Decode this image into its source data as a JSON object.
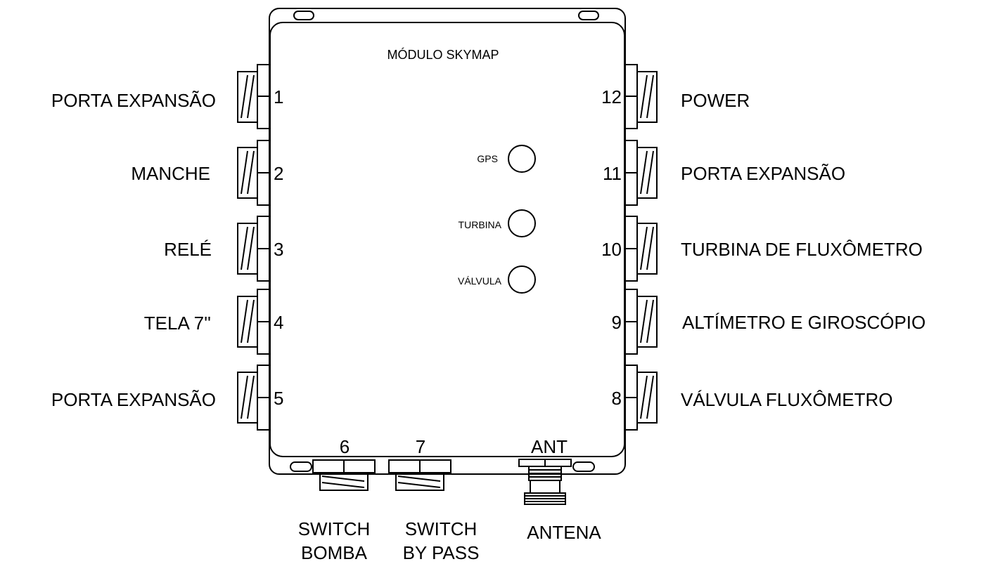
{
  "module": {
    "title": "MÓDULO SKYMAP"
  },
  "leds": [
    {
      "label": "GPS"
    },
    {
      "label": "TURBINA"
    },
    {
      "label": "VÁLVULA"
    }
  ],
  "left_ports": [
    {
      "number": "1",
      "label": "PORTA EXPANSÃO"
    },
    {
      "number": "2",
      "label": "MANCHE"
    },
    {
      "number": "3",
      "label": "RELÉ"
    },
    {
      "number": "4",
      "label": "TELA 7''"
    },
    {
      "number": "5",
      "label": "PORTA EXPANSÃO"
    }
  ],
  "right_ports": [
    {
      "number": "12",
      "label": "POWER"
    },
    {
      "number": "11",
      "label": "PORTA EXPANSÃO"
    },
    {
      "number": "10",
      "label": "TURBINA DE FLUXÔMETRO"
    },
    {
      "number": "9",
      "label": "ALTÍMETRO E GIROSCÓPIO"
    },
    {
      "number": "8",
      "label": "VÁLVULA FLUXÔMETRO"
    }
  ],
  "bottom_ports": [
    {
      "number": "6",
      "label_line1": "SWITCH",
      "label_line2": "BOMBA"
    },
    {
      "number": "7",
      "label_line1": "SWITCH",
      "label_line2": "BY PASS"
    }
  ],
  "antenna": {
    "number": "ANT",
    "label": "ANTENA"
  }
}
